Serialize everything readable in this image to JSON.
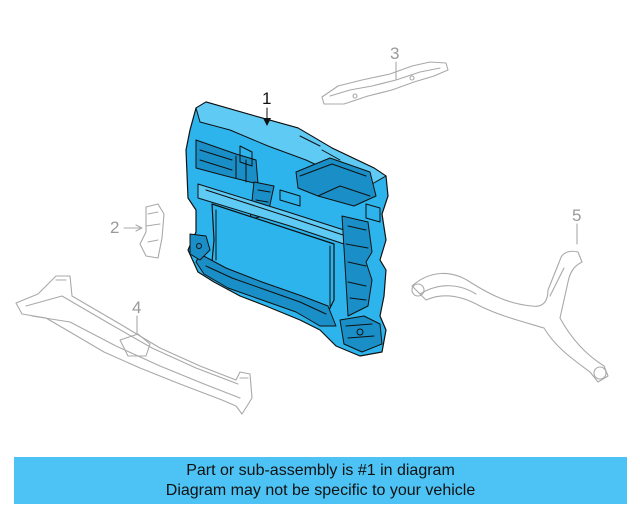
{
  "callouts": {
    "part_1": "1",
    "part_2": "2",
    "part_3": "3",
    "part_4": "4",
    "part_5": "5"
  },
  "banner": {
    "line1": "Part or sub-assembly is #1 in diagram",
    "line2": "Diagram may not be specific to your vehicle"
  },
  "colors": {
    "highlight": "#2eb4ec",
    "banner": "#4cc3f4",
    "secondary_parts": "#a9a9a9"
  }
}
